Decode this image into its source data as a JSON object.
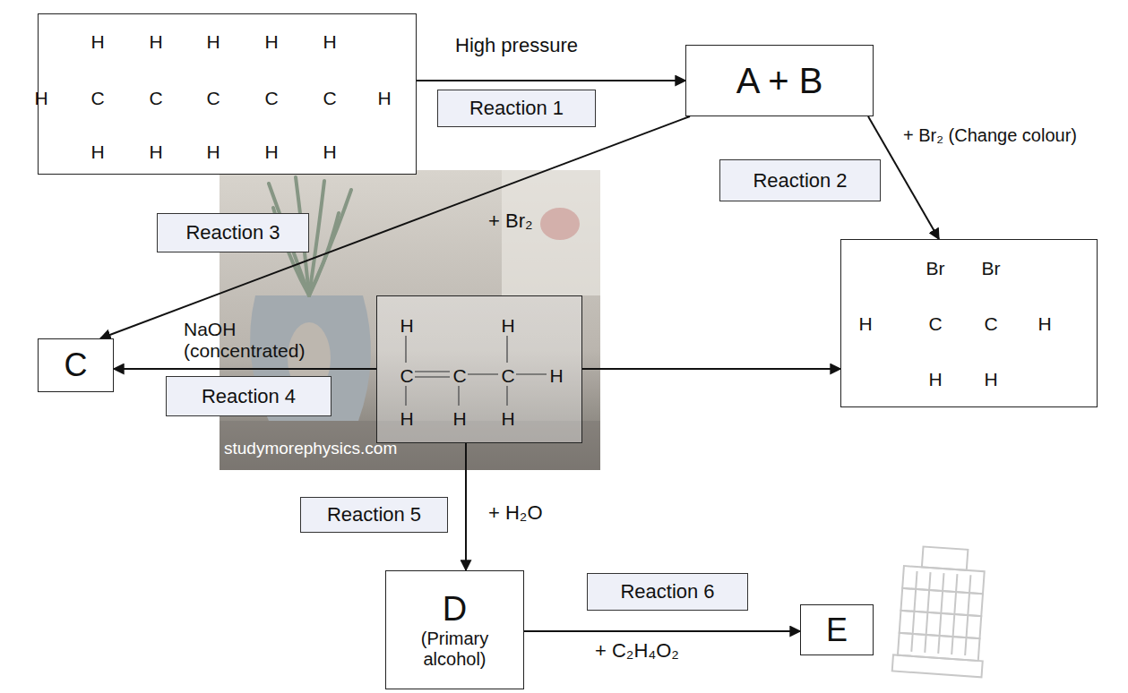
{
  "diagram": {
    "nodes": [
      {
        "text": [
          "H",
          "H",
          "H",
          "H",
          "H",
          "H",
          "C",
          "C",
          "C",
          "C",
          "C",
          "H",
          "H",
          "H",
          "H",
          "H",
          "H"
        ]
      },
      {
        "text": [
          "A + B"
        ]
      },
      {
        "text": [
          "Reaction 1"
        ]
      },
      {
        "text": [
          "Reaction 2"
        ]
      },
      {
        "text": [
          "Reaction 3"
        ]
      },
      {
        "text": [
          "C"
        ]
      },
      {
        "text": [
          "H",
          "H",
          "C",
          "C",
          "C",
          "H",
          "H",
          "H",
          "H"
        ]
      },
      {
        "text": [
          "Br",
          "Br",
          "H",
          "C",
          "C",
          "H",
          "H",
          "H"
        ]
      },
      {
        "text": [
          "Reaction 4"
        ]
      },
      {
        "text": [
          "Reaction 5"
        ]
      },
      {
        "text": [
          "D",
          "(Primary alcohol)"
        ]
      },
      {
        "text": [
          "Reaction 6"
        ]
      },
      {
        "text": [
          "E"
        ]
      }
    ],
    "edges": [
      {
        "from": 0,
        "to": 1,
        "arrow": "to",
        "label": "High pressure"
      },
      {
        "from": 1,
        "to": 7,
        "arrow": "to",
        "label": "+ Br₂ (Change colour)"
      },
      {
        "from": 1,
        "to": 5,
        "arrow": "to",
        "label": "+ Br₂"
      },
      {
        "from": 6,
        "to": 5,
        "arrow": "to",
        "label": "NaOH (concentrated)"
      },
      {
        "from": 6,
        "to": 7,
        "arrow": "to"
      },
      {
        "from": 6,
        "to": 10,
        "arrow": "to",
        "label": "+ H₂O"
      },
      {
        "from": 10,
        "to": 12,
        "arrow": "to",
        "label": "+ C₂H₄O₂"
      }
    ],
    "labels": [
      "studymorephysics.com"
    ]
  }
}
